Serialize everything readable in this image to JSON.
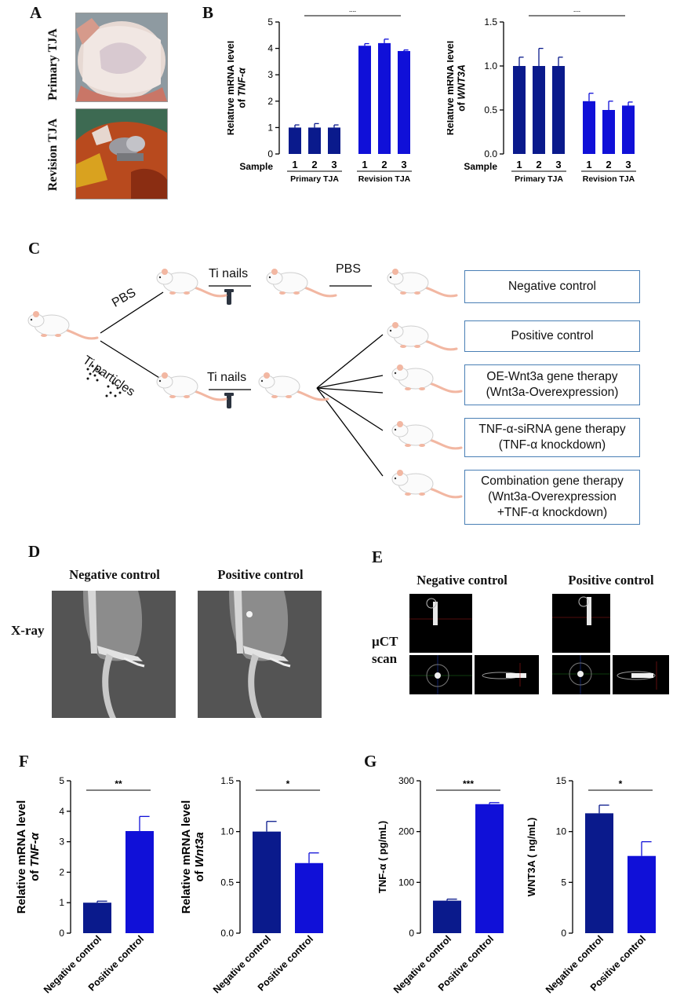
{
  "panels": {
    "A": "A",
    "B": "B",
    "C": "C",
    "D": "D",
    "E": "E",
    "F": "F",
    "G": "G"
  },
  "panel_a": {
    "labels": [
      "Primary TJA",
      "Revision TJA"
    ]
  },
  "panel_b": {
    "sample_label": "Sample",
    "sample_numbers": [
      "1",
      "2",
      "3",
      "1",
      "2",
      "3"
    ],
    "groups": [
      "Primary TJA",
      "Revision TJA"
    ]
  },
  "panel_c": {
    "pbs": "PBS",
    "ti_particles": "Ti particles",
    "ti_nails_1": "Ti nails",
    "ti_nails_2": "Ti nails",
    "pbs_2": "PBS",
    "boxes": [
      {
        "line1": "Negative control",
        "line2": "",
        "line3": ""
      },
      {
        "line1": "Positive control",
        "line2": "",
        "line3": ""
      },
      {
        "line1": "OE-Wnt3a gene therapy",
        "line2": "(Wnt3a-Overexpression)",
        "line3": ""
      },
      {
        "line1": "TNF-α-siRNA gene therapy",
        "line2": "(TNF-α knockdown)",
        "line3": ""
      },
      {
        "line1": "Combination gene therapy",
        "line2": "(Wnt3a-Overexpression",
        "line3": "+TNF-α knockdown)"
      }
    ]
  },
  "panel_d": {
    "row_label": "X-ray",
    "headers": [
      "Negative control",
      "Positive control"
    ]
  },
  "panel_e": {
    "row_label_1": "µCT",
    "row_label_2": "scan",
    "headers": [
      "Negative control",
      "Positive control"
    ]
  },
  "colors": {
    "negative": "#0a1a8c",
    "positive": "#1010d8",
    "box_border": "#4a7fb5",
    "mouse_skin": "#f2b7a2"
  },
  "chart_data": [
    {
      "id": "B1",
      "type": "bar",
      "ylabel": "Relative mRNA level of TNF-α",
      "ylabel_line1": "Relative mRNA level",
      "ylabel_line2": "of ",
      "ylabel_italic": "TNF-α",
      "categories": [
        "Primary 1",
        "Primary 2",
        "Primary 3",
        "Revision 1",
        "Revision 2",
        "Revision 3"
      ],
      "values": [
        1.0,
        1.0,
        1.0,
        4.1,
        4.2,
        3.9
      ],
      "errors": [
        0.1,
        0.15,
        0.1,
        0.08,
        0.15,
        0.04
      ],
      "ylim": [
        0,
        5
      ],
      "yticks": [
        0,
        1,
        2,
        3,
        4,
        5
      ],
      "ytick_labels": [
        "0",
        "1",
        "2",
        "3",
        "4",
        "5"
      ],
      "significance": "**"
    },
    {
      "id": "B2",
      "type": "bar",
      "ylabel": "Relative mRNA level of WNT3A",
      "ylabel_line1": "Relative mRNA level",
      "ylabel_line2": "of ",
      "ylabel_italic": "WNT3A",
      "categories": [
        "Primary 1",
        "Primary 2",
        "Primary 3",
        "Revision 1",
        "Revision 2",
        "Revision 3"
      ],
      "values": [
        1.0,
        1.0,
        1.0,
        0.6,
        0.5,
        0.55
      ],
      "errors": [
        0.1,
        0.2,
        0.1,
        0.09,
        0.1,
        0.04
      ],
      "ylim": [
        0,
        1.5
      ],
      "yticks": [
        0,
        0.5,
        1.0,
        1.5
      ],
      "ytick_labels": [
        "0.0",
        "0.5",
        "1.0",
        "1.5"
      ],
      "significance": "**"
    },
    {
      "id": "F1",
      "type": "bar",
      "ylabel": "Relative mRNA level of TNF-α",
      "ylabel_line1": "Relative mRNA level",
      "ylabel_line2": "of ",
      "ylabel_italic": "TNF-α",
      "categories": [
        "Negative control",
        "Positive control"
      ],
      "values": [
        1.0,
        3.35
      ],
      "errors": [
        0.05,
        0.48
      ],
      "ylim": [
        0,
        5
      ],
      "yticks": [
        0,
        1,
        2,
        3,
        4,
        5
      ],
      "ytick_labels": [
        "0",
        "1",
        "2",
        "3",
        "4",
        "5"
      ],
      "significance": "**"
    },
    {
      "id": "F2",
      "type": "bar",
      "ylabel": "Relative mRNA level of Wnt3a",
      "ylabel_line1": "Relative mRNA level",
      "ylabel_line2": "of ",
      "ylabel_italic": "Wnt3a",
      "categories": [
        "Negative control",
        "Positive control"
      ],
      "values": [
        1.0,
        0.69
      ],
      "errors": [
        0.1,
        0.1
      ],
      "ylim": [
        0,
        1.5
      ],
      "yticks": [
        0,
        0.5,
        1.0,
        1.5
      ],
      "ytick_labels": [
        "0.0",
        "0.5",
        "1.0",
        "1.5"
      ],
      "significance": "*"
    },
    {
      "id": "G1",
      "type": "bar",
      "ylabel": "TNF-α ( pg/mL)",
      "ylabel_line1": "TNF-α ( pg/mL)",
      "ylabel_line2": "",
      "ylabel_italic": "",
      "categories": [
        "Negative control",
        "Positive control"
      ],
      "values": [
        64,
        254
      ],
      "errors": [
        3,
        3
      ],
      "ylim": [
        0,
        300
      ],
      "yticks": [
        0,
        100,
        200,
        300
      ],
      "ytick_labels": [
        "0",
        "100",
        "200",
        "300"
      ],
      "significance": "***"
    },
    {
      "id": "G2",
      "type": "bar",
      "ylabel": "WNT3A ( ng/mL)",
      "ylabel_line1": "WNT3A ( ng/mL)",
      "ylabel_line2": "",
      "ylabel_italic": "",
      "categories": [
        "Negative control",
        "Positive control"
      ],
      "values": [
        11.8,
        7.6
      ],
      "errors": [
        0.8,
        1.4
      ],
      "ylim": [
        0,
        15
      ],
      "yticks": [
        0,
        5,
        10,
        15
      ],
      "ytick_labels": [
        "0",
        "5",
        "10",
        "15"
      ],
      "significance": "*"
    }
  ]
}
